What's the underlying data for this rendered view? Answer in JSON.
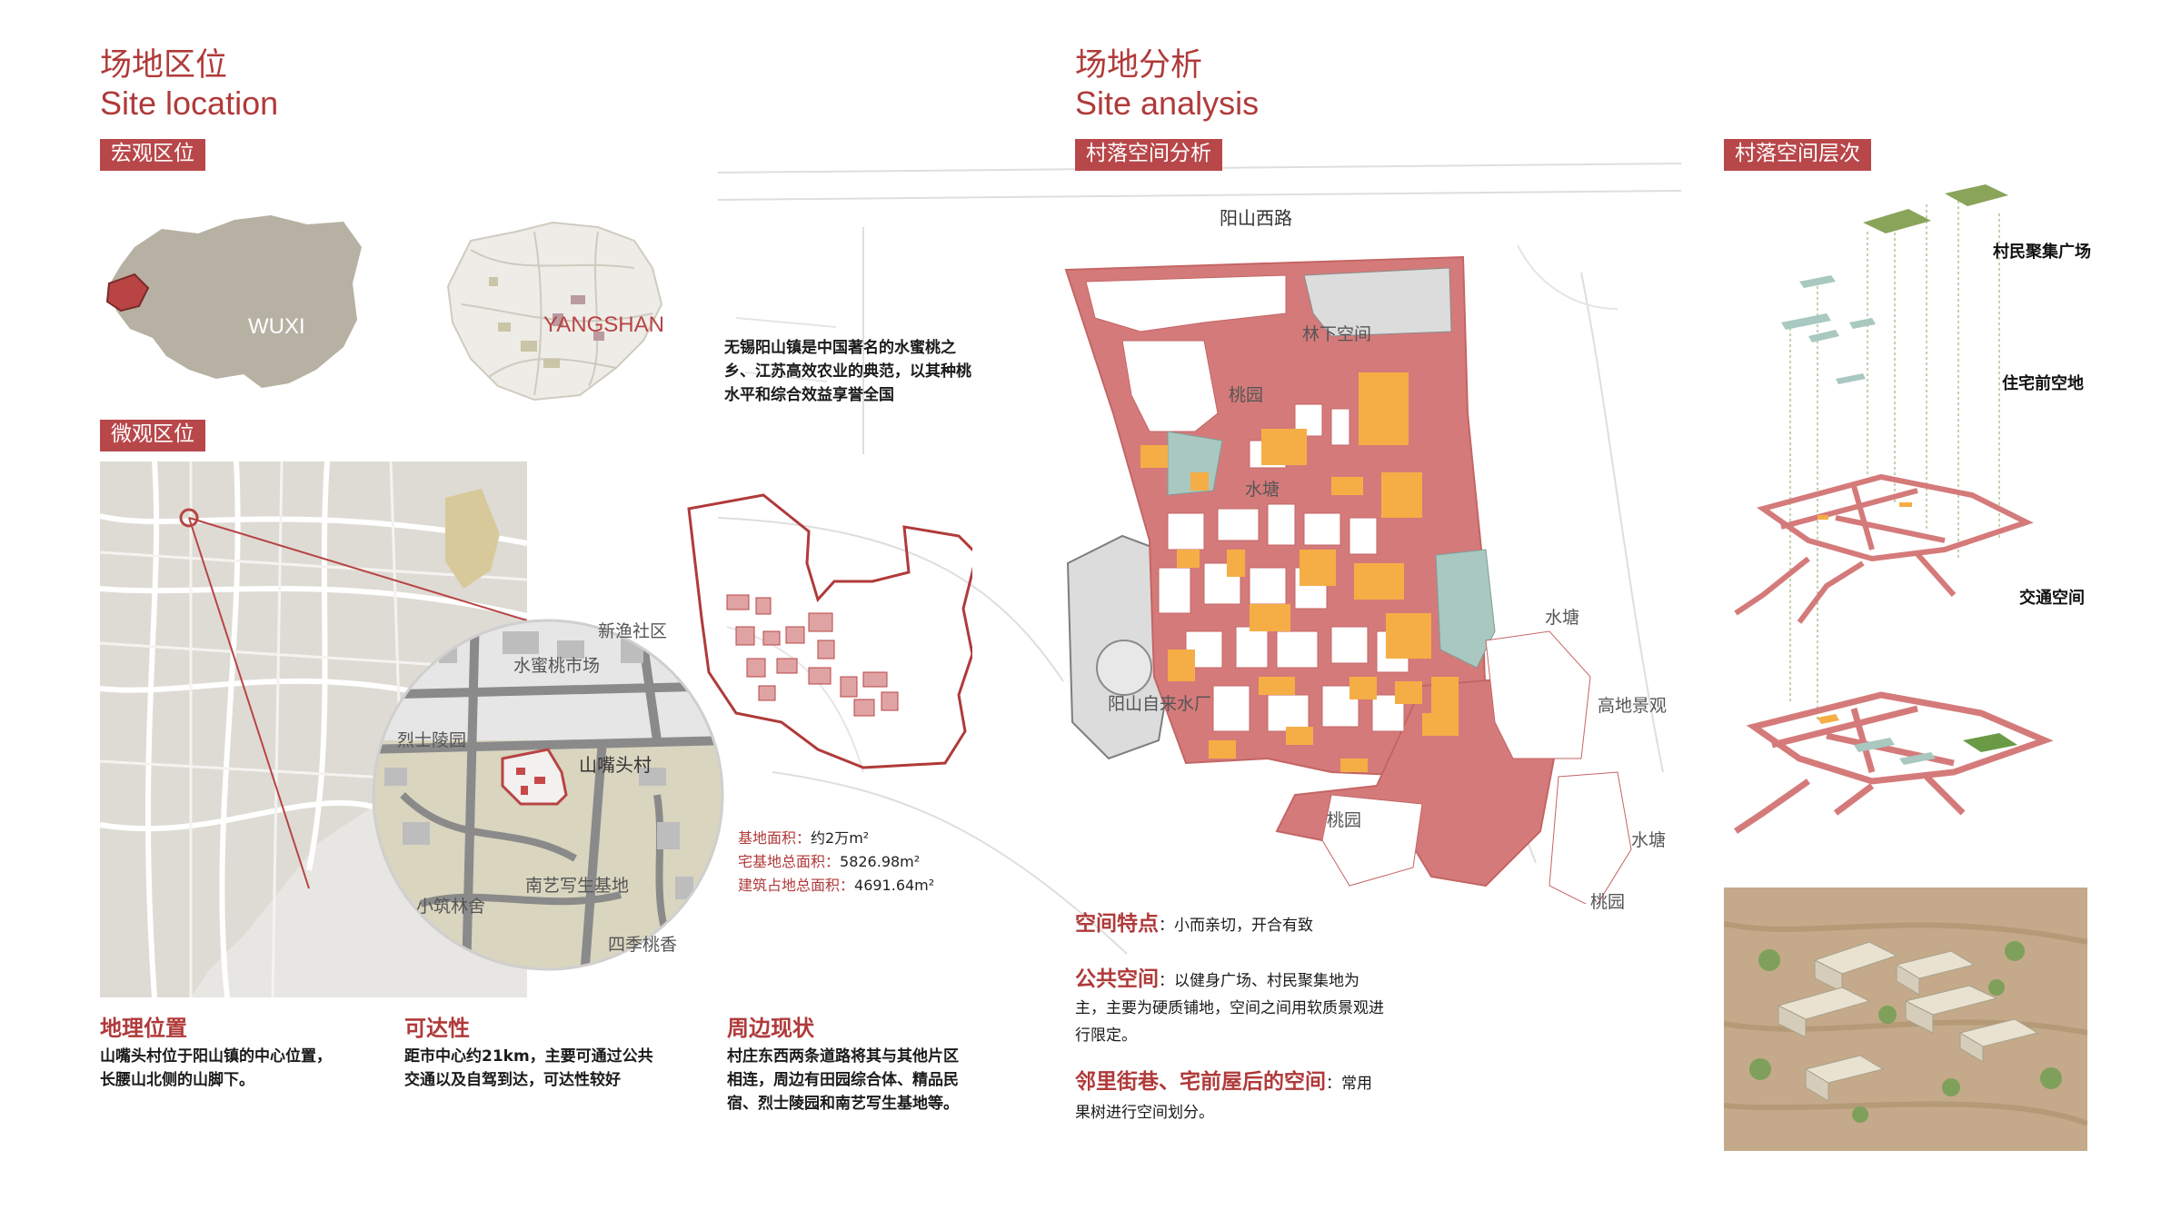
{
  "left": {
    "title_cn": "场地区位",
    "title_en": "Site location",
    "tag_macro": "宏观区位",
    "tag_micro": "微观区位",
    "wuxi_label": "WUXI",
    "yangshan_label": "YANGSHAN",
    "circle_labels": {
      "xinyu": "新渔社区",
      "market": "水蜜桃市场",
      "lieshi": "烈士陵园",
      "village": "山嘴头村",
      "art": "南艺写生基地",
      "xiaoyu": "小筑林舍",
      "siji": "四季桃香"
    },
    "geo_title": "地理位置",
    "geo_text": "山嘴头村位于阳山镇的中心位置，长腰山北侧的山脚下。",
    "access_title": "可达性",
    "access_text": "距市中心约21km，主要可通过公共交通以及自驾到达，可达性较好",
    "surround_title": "周边现状",
    "surround_text": "村庄东西两条道路将其与其他片区相连，周边有田园综合体、精品民宿、烈士陵园和南艺写生基地等。",
    "intro_text": "无锡阳山镇是中国著名的水蜜桃之乡、江苏高效农业的典范，以其种桃水平和综合效益享誉全国",
    "stats": [
      {
        "label": "基地面积：",
        "value": "约2万m²"
      },
      {
        "label": "宅基地总面积：",
        "value": "5826.98m²"
      },
      {
        "label": "建筑占地总面积：",
        "value": "4691.64m²"
      }
    ]
  },
  "right": {
    "title_cn": "场地分析",
    "title_en": "Site analysis",
    "tag_village": "村落空间分析",
    "tag_layers": "村落空间层次",
    "map_labels": {
      "road": "阳山西路",
      "forest": "林下空间",
      "peach1": "桃园",
      "pond1": "水塘",
      "pond2": "水塘",
      "pond3": "水塘",
      "waterworks": "阳山自来水厂",
      "highland": "高地景观",
      "peach2": "桃园",
      "peach3": "桃园"
    },
    "layers": {
      "plaza": "村民聚集广场",
      "front": "住宅前空地",
      "traffic": "交通空间"
    },
    "features": [
      {
        "title": "空间特点",
        "text": "：小而亲切，开合有致"
      },
      {
        "title": "公共空间",
        "text": "：以健身广场、村民聚集地为主，主要为硬质铺地，空间之间用软质景观进行限定。"
      },
      {
        "title": "邻里街巷、宅前屋后的空间",
        "text": "：常用果树进行空间划分。"
      }
    ]
  },
  "colors": {
    "accent": "#b8474a",
    "road_pink": "#d57a7a",
    "orange": "#f5ae45",
    "pond": "#a8c8c0",
    "grey": "#dcdcdc",
    "green": "#8aa45a"
  }
}
